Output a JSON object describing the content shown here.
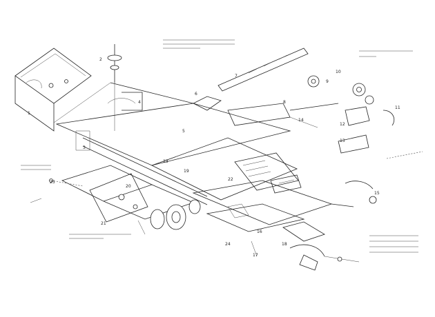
{
  "diagram": {
    "callouts": [
      "1",
      "2",
      "3",
      "4",
      "5",
      "6",
      "7",
      "8",
      "9",
      "10",
      "11",
      "12",
      "13",
      "14",
      "15",
      "16",
      "17",
      "18",
      "19",
      "20",
      "21",
      "22",
      "23",
      "24",
      "25"
    ],
    "colors": {
      "line": "#222222",
      "background": "#ffffff"
    }
  }
}
